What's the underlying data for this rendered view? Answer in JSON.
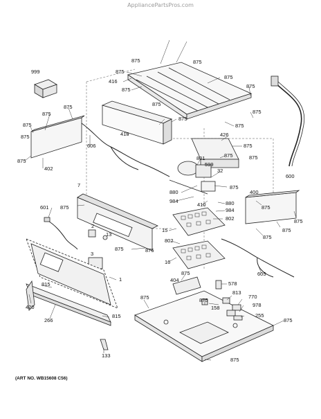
{
  "watermark": "AppliancePartsPros.com",
  "art_number": "(ART NO. WB15608 C56)",
  "callouts": [
    "875",
    "875",
    "875",
    "875",
    "416",
    "875",
    "875",
    "999",
    "875",
    "875",
    "875",
    "875",
    "875",
    "875",
    "875",
    "875",
    "418",
    "875",
    "426",
    "875",
    "606",
    "875",
    "875",
    "875",
    "801",
    "599",
    "32",
    "600",
    "402",
    "875",
    "880",
    "410",
    "880",
    "7",
    "984",
    "400",
    "601",
    "875",
    "984",
    "802",
    "15",
    "875",
    "875",
    "2",
    "13",
    "802",
    "875",
    "875",
    "875",
    "16",
    "605",
    "3",
    "1",
    "875",
    "404",
    "578",
    "875",
    "813",
    "770",
    "815",
    "875",
    "978",
    "420",
    "158",
    "255",
    "266",
    "815",
    "875",
    "133",
    "875"
  ]
}
